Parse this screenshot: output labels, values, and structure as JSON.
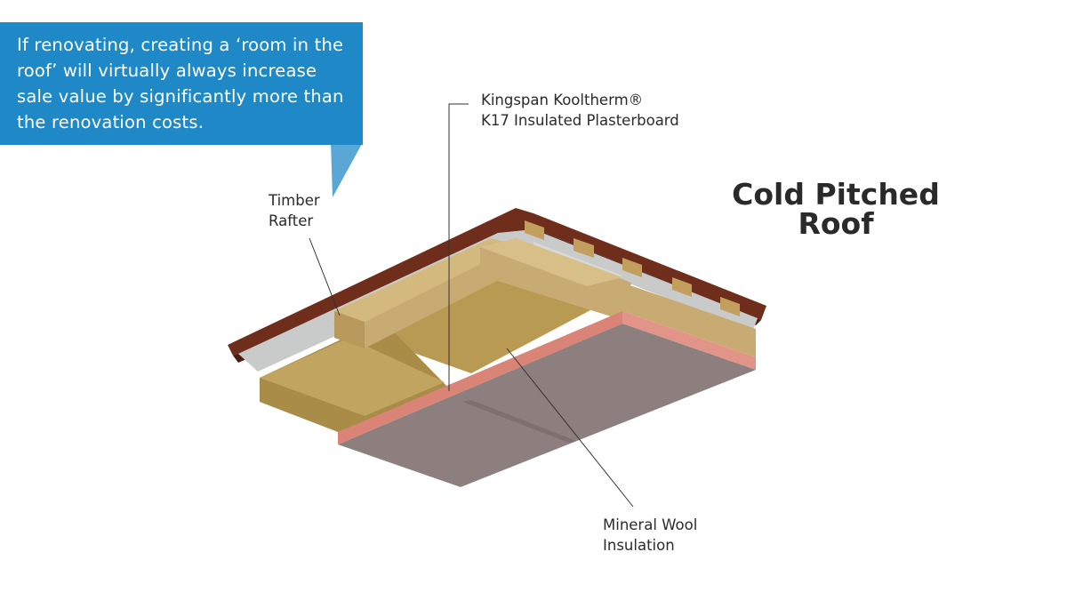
{
  "callout": {
    "text": "If renovating, creating a ‘room in the roof’ will virtually always increase sale value by significantly more than the renovation costs."
  },
  "title": {
    "line1": "Cold Pitched",
    "line2": "Roof"
  },
  "labels": {
    "kingspan": {
      "line1": "Kingspan Kooltherm®",
      "line2": "K17 Insulated Plasterboard"
    },
    "rafter": {
      "line1": "Timber",
      "line2": "Rafter"
    },
    "wool": {
      "line1": "Mineral Wool",
      "line2": "Insulation"
    }
  },
  "colors": {
    "callout_bg": "#1f89c7",
    "tile": "#6e2e1b",
    "timber": "#c7ab72",
    "mineral_wool": "#b99a52",
    "plasterboard": "#8c7f7d",
    "foam": "#e39488",
    "membrane": "#c9cbcb"
  }
}
